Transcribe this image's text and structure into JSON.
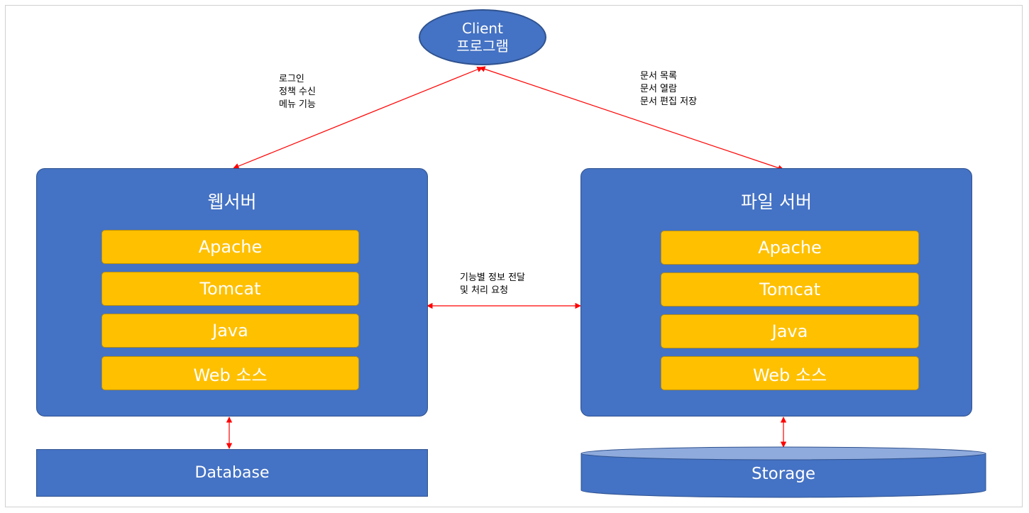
{
  "client": {
    "line1": "Client",
    "line2": "프로그램"
  },
  "notes": {
    "web_to_client": "로그인\n정책 수신\n메뉴 기능",
    "file_to_client": "문서 목록\n문서 열람\n문서 편집 저장",
    "between_servers": "기능별 정보 전달\n및 처리 요청"
  },
  "web_server": {
    "title": "웹서버",
    "layers": [
      "Apache",
      "Tomcat",
      "Java",
      "Web 소스"
    ]
  },
  "file_server": {
    "title": "파일 서버",
    "layers": [
      "Apache",
      "Tomcat",
      "Java",
      "Web 소스"
    ]
  },
  "database": {
    "label": "Database"
  },
  "storage": {
    "label": "Storage"
  },
  "colors": {
    "box_blue": "#4472c4",
    "layer_yellow": "#ffc000",
    "arrow_red": "#ff0000"
  }
}
